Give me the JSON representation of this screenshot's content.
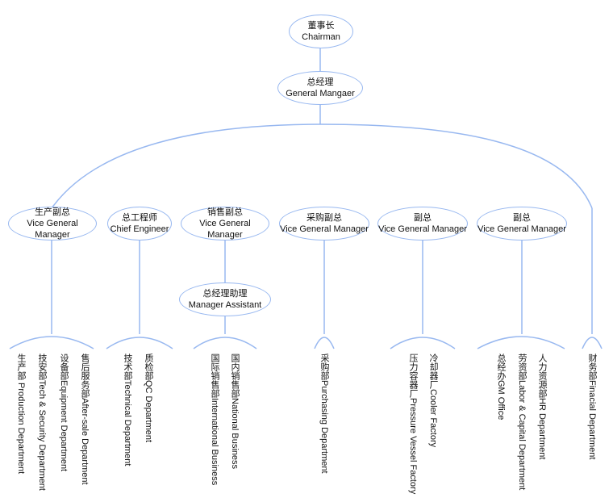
{
  "chart": {
    "chairman": {
      "zh": "董事长",
      "en": "Chairman"
    },
    "gm": {
      "zh": "总经理",
      "en": "General Mangaer"
    },
    "vps": [
      {
        "zh": "生产副总",
        "en": "Vice General Manager"
      },
      {
        "zh": "总工程师",
        "en": "Chief Engineer"
      },
      {
        "zh": "销售副总",
        "en": "Vice General Manager"
      },
      {
        "zh": "采购副总",
        "en": "Vice General Manager"
      },
      {
        "zh": "副总",
        "en": "Vice General Manager"
      },
      {
        "zh": "副总",
        "en": "Vice General Manager"
      }
    ],
    "assistant": {
      "zh": "总经理助理",
      "en": "Manager Assistant"
    },
    "departments": [
      "生产部 Production Department",
      "技安部Tech & Security Department",
      "设备部Equipment Department",
      "售后服务部After-sale Department",
      "技术部Technical Department",
      "质检部QC Department",
      "国际销售部International Business",
      "国内销售部National Business",
      "采购部Purchasing Department",
      "压力容器厂Pressure Vessel Factory",
      "冷却器厂Cooler Factory",
      "总经办GM Office",
      "劳资部Labor & Capital Department",
      "人力资源部HR Department",
      "财务部Finacial Department"
    ]
  },
  "colors": {
    "line": "#98b8f0",
    "text": "#111111"
  }
}
